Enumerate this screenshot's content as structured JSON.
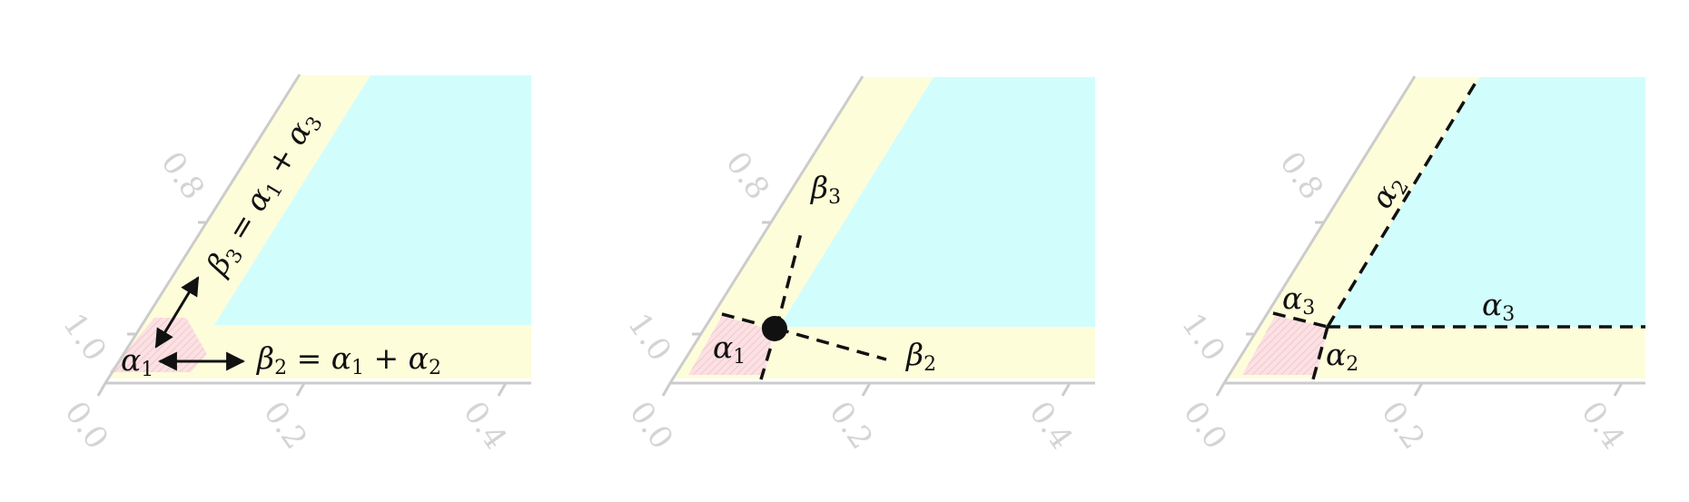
{
  "ticks": {
    "x": [
      "0.0",
      "0.2",
      "0.4"
    ],
    "y": [
      "1.0",
      "0.8"
    ]
  },
  "colors": {
    "cyan_region": "#d2fdfd",
    "yellow_region": "#fefdda",
    "pink_region": "#fbe1e4",
    "axis": "#cccccc",
    "tick_text": "#d4d4d4",
    "ink": "#111111"
  },
  "panels": [
    {
      "labels": {
        "alpha1": {
          "sym": "α",
          "sub": "1"
        },
        "beta3": {
          "sym": "β",
          "sub": "3",
          "rest": [
            {
              "t": " = "
            },
            {
              "s": "α",
              "sub": "1"
            },
            {
              "t": " + "
            },
            {
              "s": "α",
              "sub": "3"
            }
          ]
        },
        "beta2": {
          "sym": "β",
          "sub": "2",
          "rest": [
            {
              "t": " = "
            },
            {
              "s": "α",
              "sub": "1"
            },
            {
              "t": " + "
            },
            {
              "s": "α",
              "sub": "2"
            }
          ]
        }
      }
    },
    {
      "labels": {
        "alpha1": {
          "sym": "α",
          "sub": "1"
        },
        "beta3": {
          "sym": "β",
          "sub": "3"
        },
        "beta2": {
          "sym": "β",
          "sub": "2"
        }
      }
    },
    {
      "labels": {
        "alpha3_left": {
          "sym": "α",
          "sub": "3"
        },
        "alpha3_right": {
          "sym": "α",
          "sub": "3"
        },
        "alpha2_diag": {
          "sym": "α",
          "sub": "2"
        },
        "alpha2_low": {
          "sym": "α",
          "sub": "2"
        }
      }
    }
  ]
}
